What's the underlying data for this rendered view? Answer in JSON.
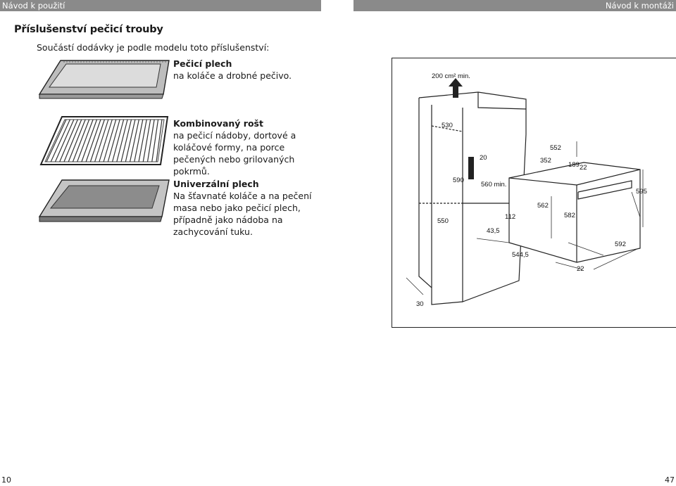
{
  "header": {
    "left": "Návod k použití",
    "right": "Návod k montáži"
  },
  "title": "Příslušenství pečicí trouby",
  "intro": "Součástí dodávky je podle modelu toto příslušenství:",
  "accessories": [
    {
      "title": "Pečicí plech",
      "desc": "na koláče a drobné pečivo."
    },
    {
      "title": "Kombinovaný rošt",
      "desc": "na pečicí nádoby, dortové a koláčové formy, na porce pečených nebo grilovaných pokrmů."
    },
    {
      "title": "Univerzální plech",
      "desc": "Na šťavnaté koláče a na pečení masa nebo jako pečicí plech, případně jako nádoba na zachycování tuku."
    }
  ],
  "diagram": {
    "labels": {
      "vent": "200 cm² min.",
      "d530": "530",
      "d20": "20",
      "d590": "590",
      "d560": "560 min.",
      "d550": "550",
      "d112": "112",
      "d43": "43,5",
      "d552": "552",
      "d352": "352",
      "d189": "189",
      "d22a": "22",
      "d562": "562",
      "d582": "582",
      "d595": "595",
      "d592": "592",
      "d544": "544,5",
      "d22b": "22",
      "d30": "30"
    }
  },
  "page_numbers": {
    "left": "10",
    "right": "47"
  }
}
